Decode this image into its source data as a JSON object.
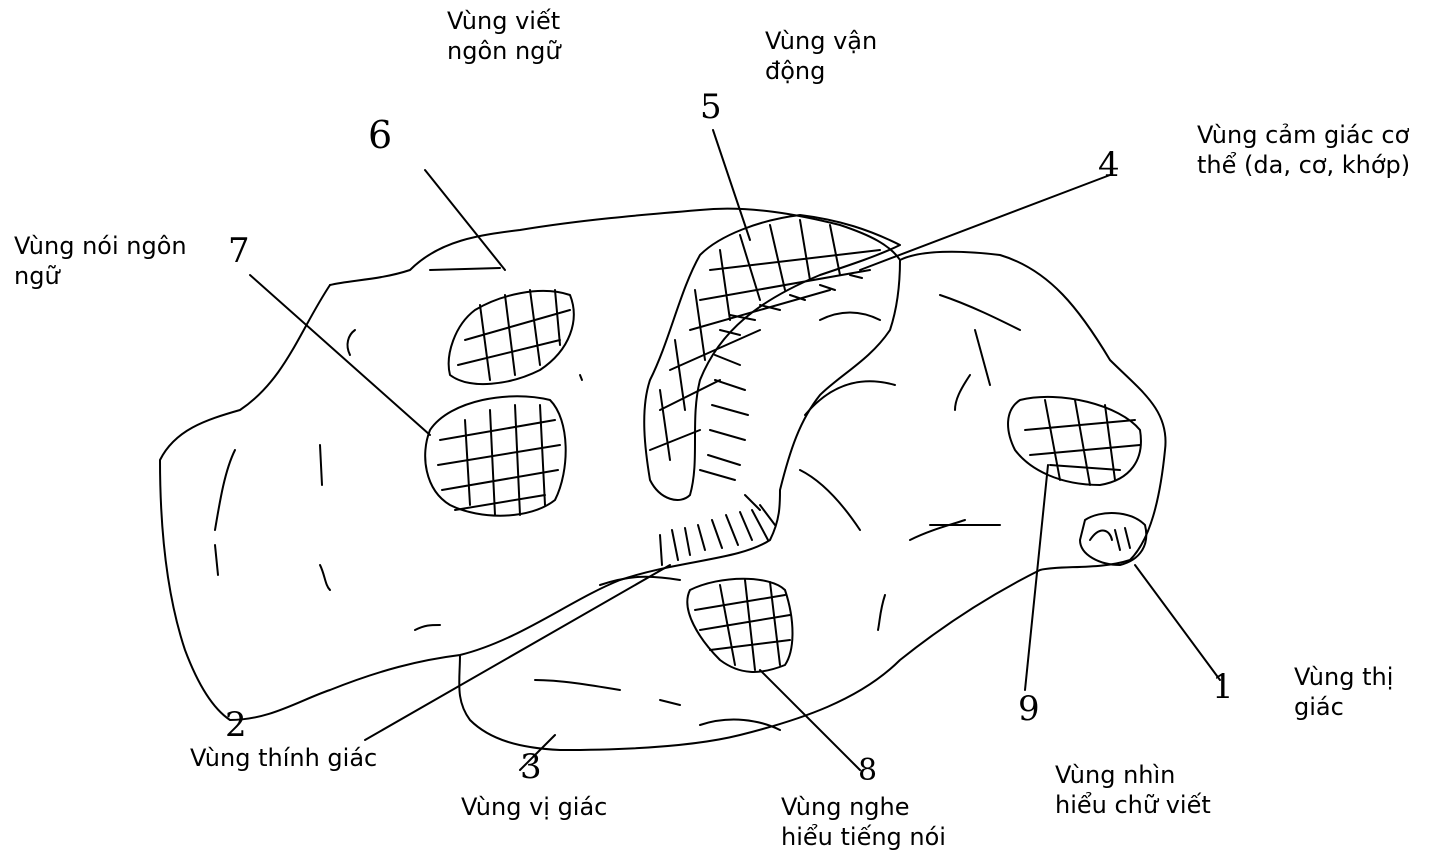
{
  "labels": {
    "writing_area": [
      "Vùng viết",
      "ngôn ngữ"
    ],
    "motor_area": [
      "Vùng vận",
      "động"
    ],
    "somatosensory_area": [
      "Vùng cảm giác cơ",
      "thể (da, cơ, khớp)"
    ],
    "speech_area": [
      "Vùng nói ngôn",
      "ngữ"
    ],
    "visual_area": [
      "Vùng thị",
      "giác"
    ],
    "olfactory_area": "Vùng thính giác",
    "taste_area": "Vùng vị giác",
    "auditory_area": [
      "Vùng nghe",
      "hiểu tiếng nói"
    ],
    "reading_area": [
      "Vùng nhìn",
      "hiểu chữ viết"
    ]
  },
  "markers": {
    "speech": "7",
    "writing": "6",
    "motor": "5",
    "somatosensory": "4",
    "visual": "1",
    "reading": "9",
    "auditory": "8",
    "olfactory": "2",
    "taste": "3"
  }
}
